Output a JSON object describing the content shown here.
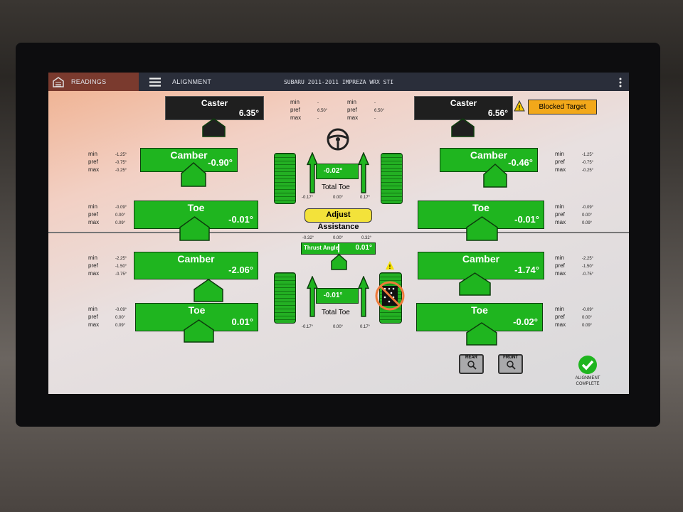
{
  "header": {
    "readings_tab": "READINGS",
    "alignment_tab": "ALIGNMENT",
    "vehicle_title": "SUBARU 2011-2011 IMPREZA WRX STI",
    "menu_icon": "hamburger-icon",
    "more_icon": "kebab-menu-icon"
  },
  "front": {
    "caster_left": {
      "label": "Caster",
      "value": "6.35°"
    },
    "caster_right": {
      "label": "Caster",
      "value": "6.56°"
    },
    "caster_specs_left": {
      "min": "-",
      "pref": "6.50°",
      "max": "-"
    },
    "caster_specs_right": {
      "min": "-",
      "pref": "6.50°",
      "max": "-"
    },
    "blocked_target_label": "Blocked Target",
    "camber_left": {
      "label": "Camber",
      "value": "-0.90°",
      "min": "-1.25°",
      "pref": "-0.75°",
      "max": "-0.25°"
    },
    "camber_right": {
      "label": "Camber",
      "value": "-0.46°",
      "min": "-1.25°",
      "pref": "-0.75°",
      "max": "-0.25°"
    },
    "toe_left": {
      "label": "Toe",
      "value": "-0.01°",
      "min": "-0.09°",
      "pref": "0.00°",
      "max": "0.09°"
    },
    "toe_right": {
      "label": "Toe",
      "value": "-0.01°",
      "min": "-0.09°",
      "pref": "0.00°",
      "max": "0.09°"
    },
    "total_toe": {
      "label": "Total Toe",
      "value": "-0.02°",
      "min": "-0.17°",
      "pref": "0.00°",
      "max": "0.17°"
    }
  },
  "adjust_assistance_label": "Adjust Assistance",
  "rear": {
    "thrust_angle": {
      "label": "Thrust Angle",
      "value": "0.01°",
      "min": "-0.32°",
      "pref": "0.00°",
      "max": "0.32°"
    },
    "camber_left": {
      "label": "Camber",
      "value": "-2.06°",
      "min": "-2.25°",
      "pref": "-1.50°",
      "max": "-0.75°"
    },
    "camber_right": {
      "label": "Camber",
      "value": "-1.74°",
      "min": "-2.25°",
      "pref": "-1.50°",
      "max": "-0.75°"
    },
    "toe_left": {
      "label": "Toe",
      "value": "0.01°",
      "min": "-0.09°",
      "pref": "0.00°",
      "max": "0.09°"
    },
    "toe_right": {
      "label": "Toe",
      "value": "-0.02°",
      "min": "-0.09°",
      "pref": "0.00°",
      "max": "0.09°"
    },
    "total_toe": {
      "label": "Total Toe",
      "value": "-0.01°",
      "min": "-0.17°",
      "pref": "0.00°",
      "max": "0.17°"
    }
  },
  "labels": {
    "min": "min",
    "pref": "pref",
    "max": "max"
  },
  "footer": {
    "rear_button": "REAR",
    "front_button": "FRONT",
    "status_line1": "ALIGNMENT",
    "status_line2": "COMPLETE"
  },
  "colors": {
    "in_spec_green": "#1fb51f",
    "warning_orange": "#f2a81a",
    "button_yellow": "#f3e23a",
    "header": "#2a2e3a"
  }
}
